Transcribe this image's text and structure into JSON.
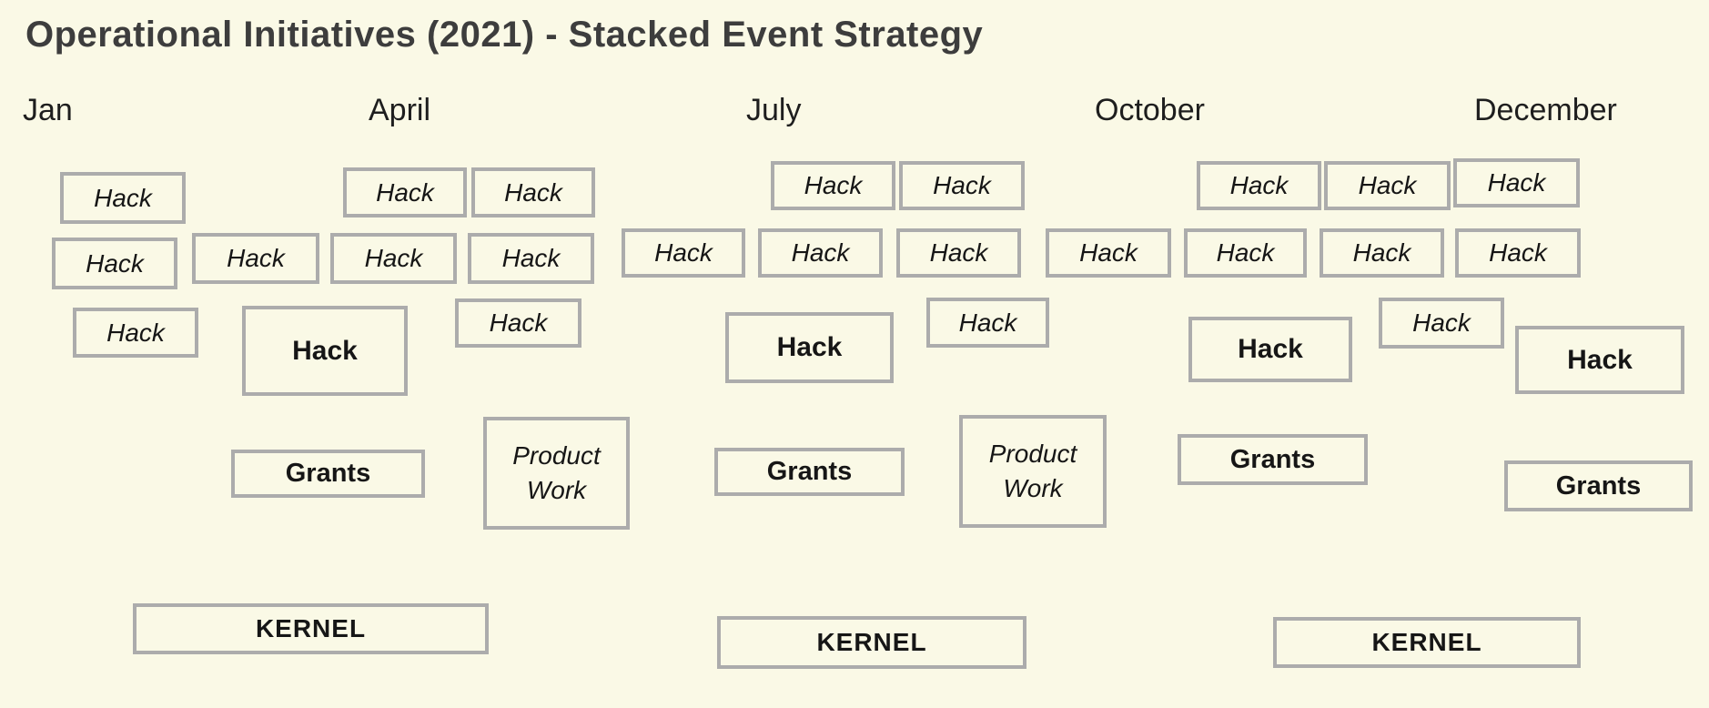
{
  "title": "Operational Initiatives (2021) - Stacked Event Strategy",
  "colors": {
    "background": "#FAF9E6",
    "box_border": "#ACACAC",
    "box_fill": "#FAF9E6",
    "title_text": "#3D3D3D",
    "body_text": "#161616"
  },
  "months": [
    {
      "label": "Jan"
    },
    {
      "label": "April"
    },
    {
      "label": "July"
    },
    {
      "label": "October"
    },
    {
      "label": "December"
    }
  ],
  "labels": {
    "hack": "Hack",
    "grants": "Grants",
    "product_work": "Product Work",
    "kernel": "KERNEL"
  },
  "boxes": [
    {
      "label": "Hack",
      "variant": "hack-italic"
    },
    {
      "label": "Hack",
      "variant": "hack-italic"
    },
    {
      "label": "Hack",
      "variant": "hack-italic"
    },
    {
      "label": "Hack",
      "variant": "hack-italic"
    },
    {
      "label": "Hack",
      "variant": "hack-italic"
    },
    {
      "label": "Hack",
      "variant": "hack-italic"
    },
    {
      "label": "Hack",
      "variant": "hack-italic"
    },
    {
      "label": "Hack",
      "variant": "hack-italic"
    },
    {
      "label": "Hack",
      "variant": "hack-italic"
    },
    {
      "label": "Hack",
      "variant": "hack-italic"
    },
    {
      "label": "Hack",
      "variant": "hack-italic"
    },
    {
      "label": "Hack",
      "variant": "hack-italic"
    },
    {
      "label": "Hack",
      "variant": "hack-italic"
    },
    {
      "label": "Hack",
      "variant": "hack-italic"
    },
    {
      "label": "Hack",
      "variant": "hack-italic"
    },
    {
      "label": "Hack",
      "variant": "hack-italic"
    },
    {
      "label": "Hack",
      "variant": "hack-italic"
    },
    {
      "label": "Hack",
      "variant": "hack-italic"
    },
    {
      "label": "Hack",
      "variant": "hack-italic"
    },
    {
      "label": "Hack",
      "variant": "hack-italic"
    },
    {
      "label": "Hack",
      "variant": "hack-bold"
    },
    {
      "label": "Hack",
      "variant": "hack-italic"
    },
    {
      "label": "Hack",
      "variant": "hack-bold"
    },
    {
      "label": "Hack",
      "variant": "hack-italic"
    },
    {
      "label": "Hack",
      "variant": "hack-bold"
    },
    {
      "label": "Hack",
      "variant": "hack-italic"
    },
    {
      "label": "Hack",
      "variant": "hack-bold"
    },
    {
      "label": "Grants",
      "variant": "grants"
    },
    {
      "label": "Product Work",
      "variant": "product-work"
    },
    {
      "label": "Grants",
      "variant": "grants"
    },
    {
      "label": "Product Work",
      "variant": "product-work"
    },
    {
      "label": "Grants",
      "variant": "grants"
    },
    {
      "label": "Grants",
      "variant": "grants"
    },
    {
      "label": "KERNEL",
      "variant": "kernel"
    },
    {
      "label": "KERNEL",
      "variant": "kernel"
    },
    {
      "label": "KERNEL",
      "variant": "kernel"
    }
  ]
}
